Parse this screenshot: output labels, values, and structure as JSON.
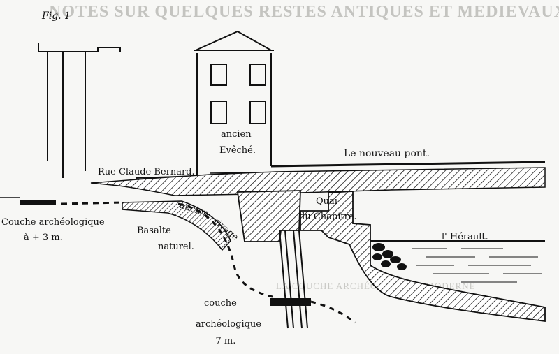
{
  "background_text": {
    "heading": "NOTES SUR QUELQUES RESTES ANTIQUES ET MEDIEVAUX",
    "section_heading": "LA COUCHE ARCHÉOLOGIQUE MODERNE"
  },
  "figure": {
    "number": "Fig. 1",
    "labels": {
      "ancien_eveche_1": "ancien",
      "ancien_eveche_2": "Evêché.",
      "nouveau_pont": "Le nouveau pont.",
      "rue_claude_bernard": "Rue Claude Bernard.",
      "ancien_rivage_1": "ancien",
      "ancien_rivage_2": "rivage",
      "couche_plus3_1": "Couche archéologique",
      "couche_plus3_2": "à + 3 m.",
      "basalte_1": "Basalte",
      "basalte_2": "naturel.",
      "quai_1": "Quai",
      "quai_2": "du Chapitre.",
      "herault": "l' Hérault.",
      "couche_moins7_1": "couche",
      "couche_moins7_2": "archéologique",
      "couche_moins7_3": "- 7 m."
    }
  }
}
